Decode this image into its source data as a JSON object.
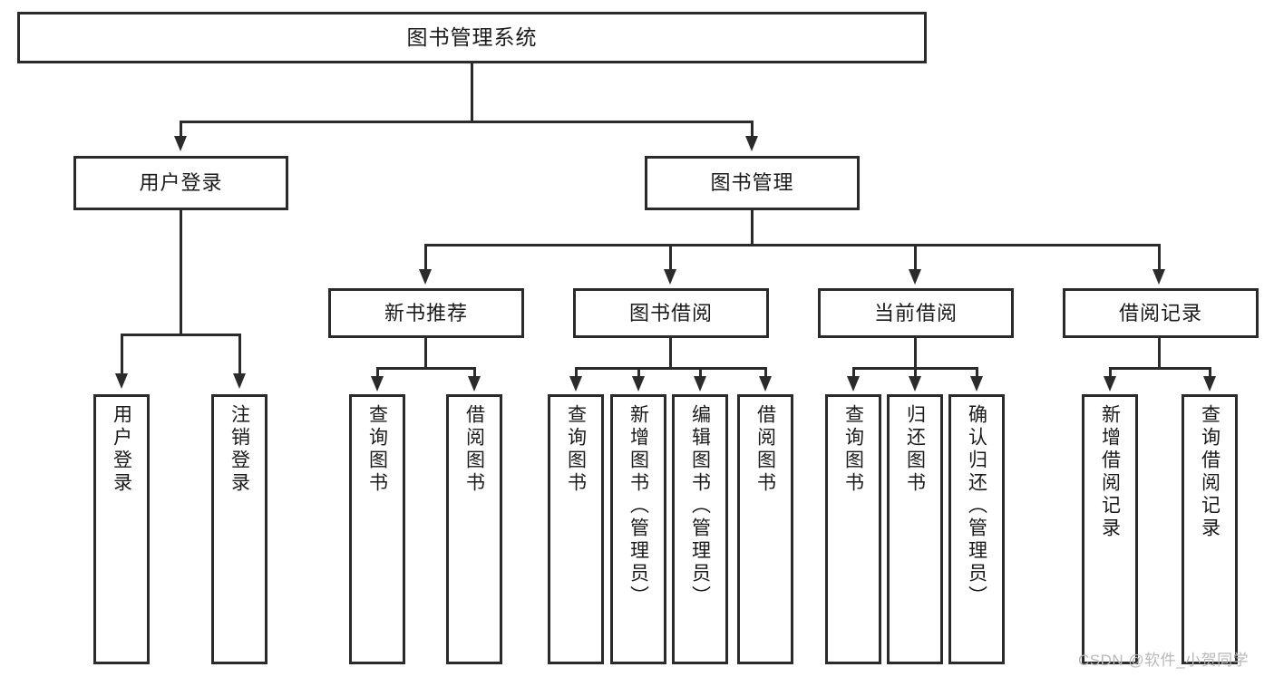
{
  "diagram": {
    "type": "tree-hierarchy-diagram",
    "title": "图书管理系统",
    "orientation": "top-down",
    "colors": {
      "box_border": "#2b2b2b",
      "box_fill": "#ffffff",
      "text": "#1a1a1a",
      "connector": "#2b2b2b",
      "watermark": "#b8b8b8",
      "background": "#ffffff"
    }
  },
  "root": {
    "label": "图书管理系统"
  },
  "level2": [
    {
      "label": "用户登录"
    },
    {
      "label": "图书管理"
    }
  ],
  "level3": [
    {
      "label": "新书推荐"
    },
    {
      "label": "图书借阅"
    },
    {
      "label": "当前借阅"
    },
    {
      "label": "借阅记录"
    }
  ],
  "leaves": {
    "user_login": [
      {
        "label": "用户登录"
      },
      {
        "label": "注销登录"
      }
    ],
    "new_book_recommend": [
      {
        "label": "查询图书"
      },
      {
        "label": "借阅图书"
      }
    ],
    "book_borrow": [
      {
        "label": "查询图书"
      },
      {
        "label": "新增图书（管理员）"
      },
      {
        "label": "编辑图书（管理员）"
      },
      {
        "label": "借阅图书"
      }
    ],
    "current_borrow": [
      {
        "label": "查询图书"
      },
      {
        "label": "归还图书"
      },
      {
        "label": "确认归还（管理员）"
      }
    ],
    "borrow_record": [
      {
        "label": "新增借阅记录"
      },
      {
        "label": "查询借阅记录"
      }
    ]
  },
  "watermark": {
    "text": "CSDN @软件_小贺同学"
  }
}
